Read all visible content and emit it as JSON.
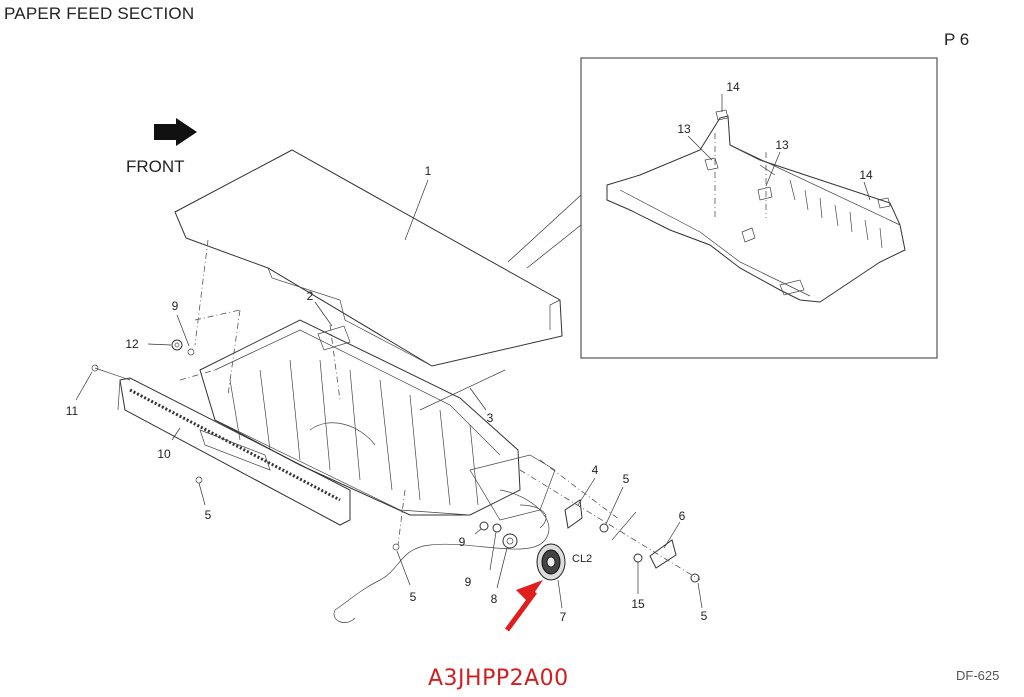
{
  "header": {
    "title": "PAPER FEED SECTION",
    "page": "P 6"
  },
  "front_label": "FRONT",
  "clutch_label": "CL2",
  "part_code": "A3JHPP2A00",
  "model": "DF-625",
  "callouts": {
    "c1": "1",
    "c2": "2",
    "c3": "3",
    "c4": "4",
    "c5a": "5",
    "c5b": "5",
    "c5c": "5",
    "c5d": "5",
    "c6": "6",
    "c7": "7",
    "c8": "8",
    "c9a": "9",
    "c9b": "9",
    "c9c": "9",
    "c10": "10",
    "c11": "11",
    "c12": "12",
    "c13a": "13",
    "c13b": "13",
    "c14a": "14",
    "c14b": "14",
    "c15": "15"
  },
  "colors": {
    "annotation": "#d11f1f",
    "line": "#333333"
  }
}
